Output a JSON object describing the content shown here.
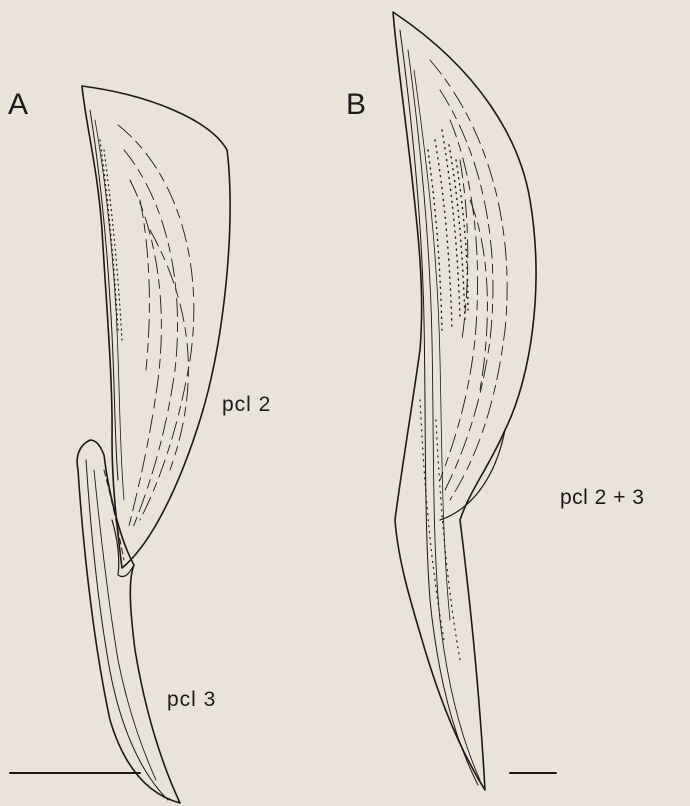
{
  "figure": {
    "panels": [
      {
        "letter": "A",
        "labels": [
          "pcl 2",
          "pcl 3"
        ]
      },
      {
        "letter": "B",
        "labels": [
          "pcl 2 + 3"
        ]
      }
    ],
    "colors": {
      "background": "#e9e3da",
      "ink": "#1a1a1a"
    }
  }
}
